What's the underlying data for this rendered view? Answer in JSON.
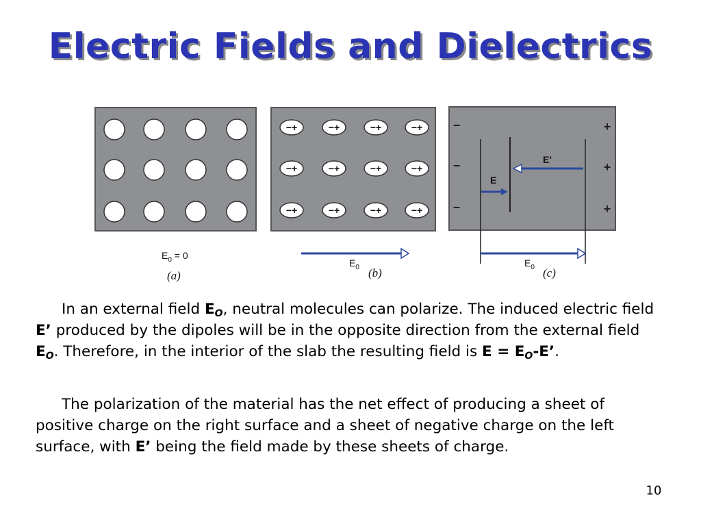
{
  "slide": {
    "title": "Electric Fields and Dielectrics",
    "page_number": "10"
  },
  "figure": {
    "panel_a": {
      "label": "E0 = 0",
      "label_base": "E",
      "label_sub": "0",
      "label_rest": " = 0",
      "caption": "(a)"
    },
    "panel_b": {
      "label_base": "E",
      "label_sub": "0",
      "caption": "(b)",
      "dipole_text": "−+"
    },
    "panel_c": {
      "label_base": "E",
      "label_sub": "0",
      "caption": "(c)",
      "induced_label": "E′",
      "net_label": "E",
      "left_sign": "−",
      "right_sign": "+"
    },
    "colors": {
      "slab": "#8e9093",
      "arrow": "#2a4aa0",
      "text": "#111111"
    }
  },
  "paragraph1": {
    "t1": "In an external field ",
    "e0a_base": "E",
    "e0a_sub": "O",
    "t2": ", neutral molecules can polarize.  The induced electric field ",
    "eprime1": "E’",
    "t3": " produced by the dipoles will be in the opposite direction from the external field ",
    "e0b_base": "E",
    "e0b_sub": "O",
    "t4": ".  Therefore, in the interior of the slab the resulting field is ",
    "eq_left": "E = E",
    "eq_sub": "O",
    "eq_right": "-E’",
    "t5": "."
  },
  "paragraph2": {
    "t1": "The polarization of the material has the net effect of producing a sheet of positive charge on the right surface and a sheet of negative charge on the left surface, with ",
    "eprime": "E’",
    "t2": " being the field made by these sheets of charge."
  }
}
